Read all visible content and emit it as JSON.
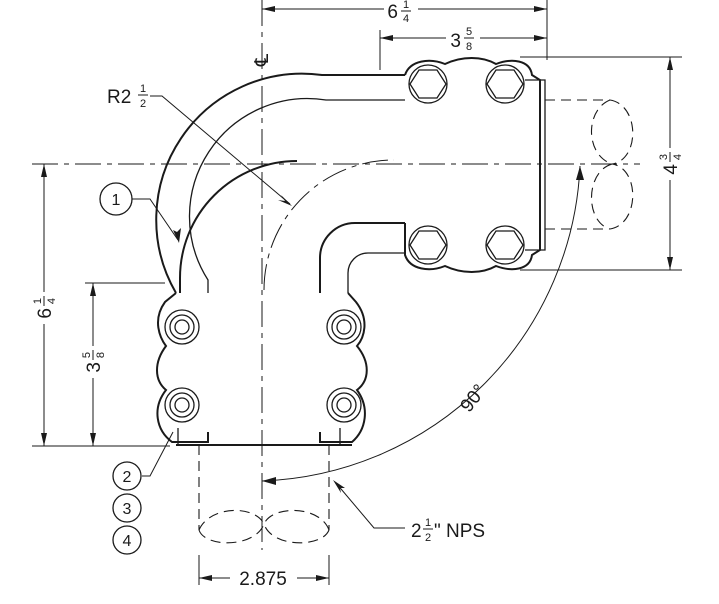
{
  "drawing": {
    "dimensions": {
      "top_overall": {
        "whole": "6",
        "num": "1",
        "den": "4"
      },
      "top_flange": {
        "whole": "3",
        "num": "5",
        "den": "8"
      },
      "right_height": {
        "whole": "4",
        "num": "3",
        "den": "4"
      },
      "left_overall": {
        "whole": "6",
        "num": "1",
        "den": "4"
      },
      "left_flange": {
        "whole": "3",
        "num": "5",
        "den": "8"
      },
      "bottom_od": "2.875"
    },
    "radius_label": {
      "prefix": "R2",
      "num": "1",
      "den": "2"
    },
    "angle_label": "90°",
    "centerline_symbol": "℄",
    "pipe_size": {
      "whole": "2",
      "num": "1",
      "den": "2",
      "suffix": "\" NPS"
    },
    "balloons": [
      "1",
      "2",
      "3",
      "4"
    ]
  }
}
